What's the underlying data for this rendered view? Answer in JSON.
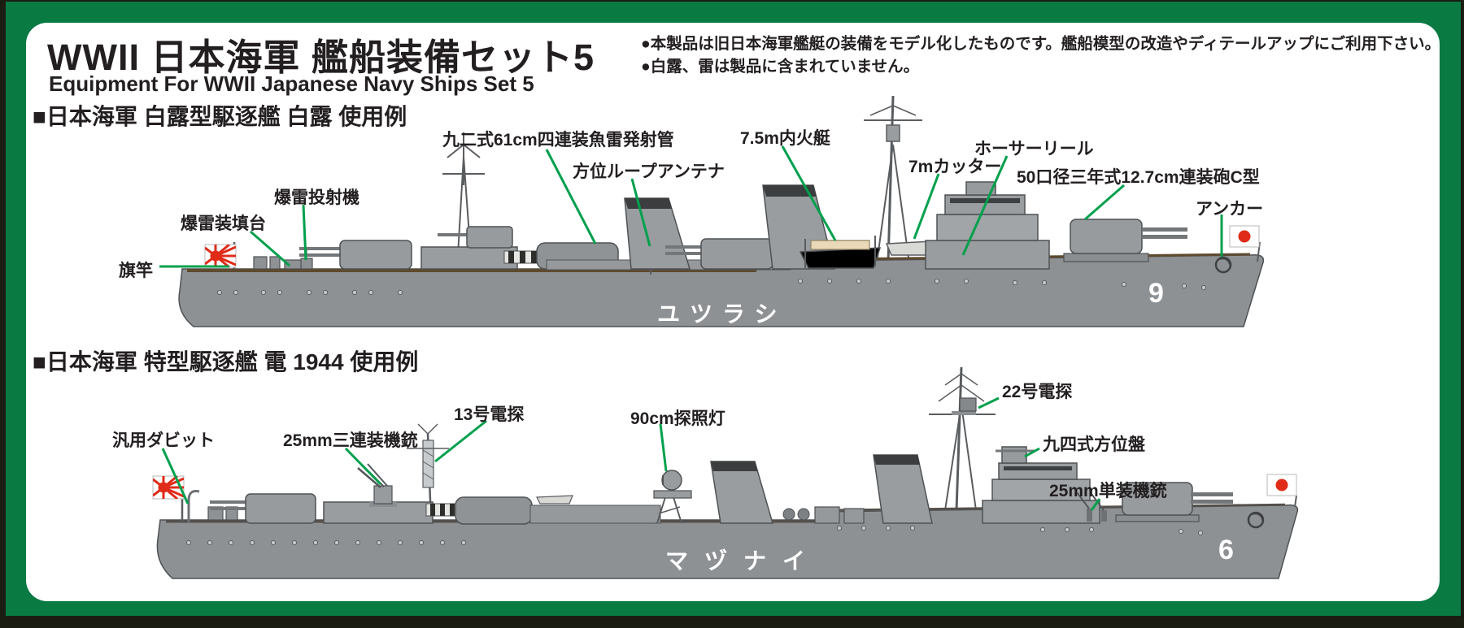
{
  "colors": {
    "frame_green": "#0a7a43",
    "leader_green": "#00a04d",
    "hull_gray": "#8e9194",
    "flag_red": "#df2b18",
    "text": "#231f20"
  },
  "header": {
    "title_jp": "WWII 日本海軍 艦船装備セット5",
    "title_en": "Equipment For WWII Japanese Navy Ships Set 5",
    "notes": [
      "●本製品は旧日本海軍艦艇の装備をモデル化したものです。艦船模型の改造やディテールアップにご利用下さい。",
      "●白露、雷は製品に含まれていません。"
    ]
  },
  "sections": [
    {
      "heading": "■日本海軍 白露型駆逐艦 白露 使用例",
      "hull_name": "ユツラシ",
      "hull_number": "9",
      "labels": [
        {
          "text": "旗竿"
        },
        {
          "text": "爆雷装填台"
        },
        {
          "text": "爆雷投射機"
        },
        {
          "text": "九二式61cm四連装魚雷発射管"
        },
        {
          "text": "方位ループアンテナ"
        },
        {
          "text": "7.5m内火艇"
        },
        {
          "text": "7mカッター"
        },
        {
          "text": "ホーサーリール"
        },
        {
          "text": "50口径三年式12.7cm連装砲C型"
        },
        {
          "text": "アンカー"
        }
      ]
    },
    {
      "heading": "■日本海軍 特型駆逐艦 電 1944 使用例",
      "hull_name": "マヅナイ",
      "hull_number": "6",
      "labels": [
        {
          "text": "汎用ダビット"
        },
        {
          "text": "25mm三連装機銃"
        },
        {
          "text": "13号電探"
        },
        {
          "text": "90cm探照灯"
        },
        {
          "text": "22号電探"
        },
        {
          "text": "九四式方位盤"
        },
        {
          "text": "25mm単装機銃"
        }
      ]
    }
  ]
}
